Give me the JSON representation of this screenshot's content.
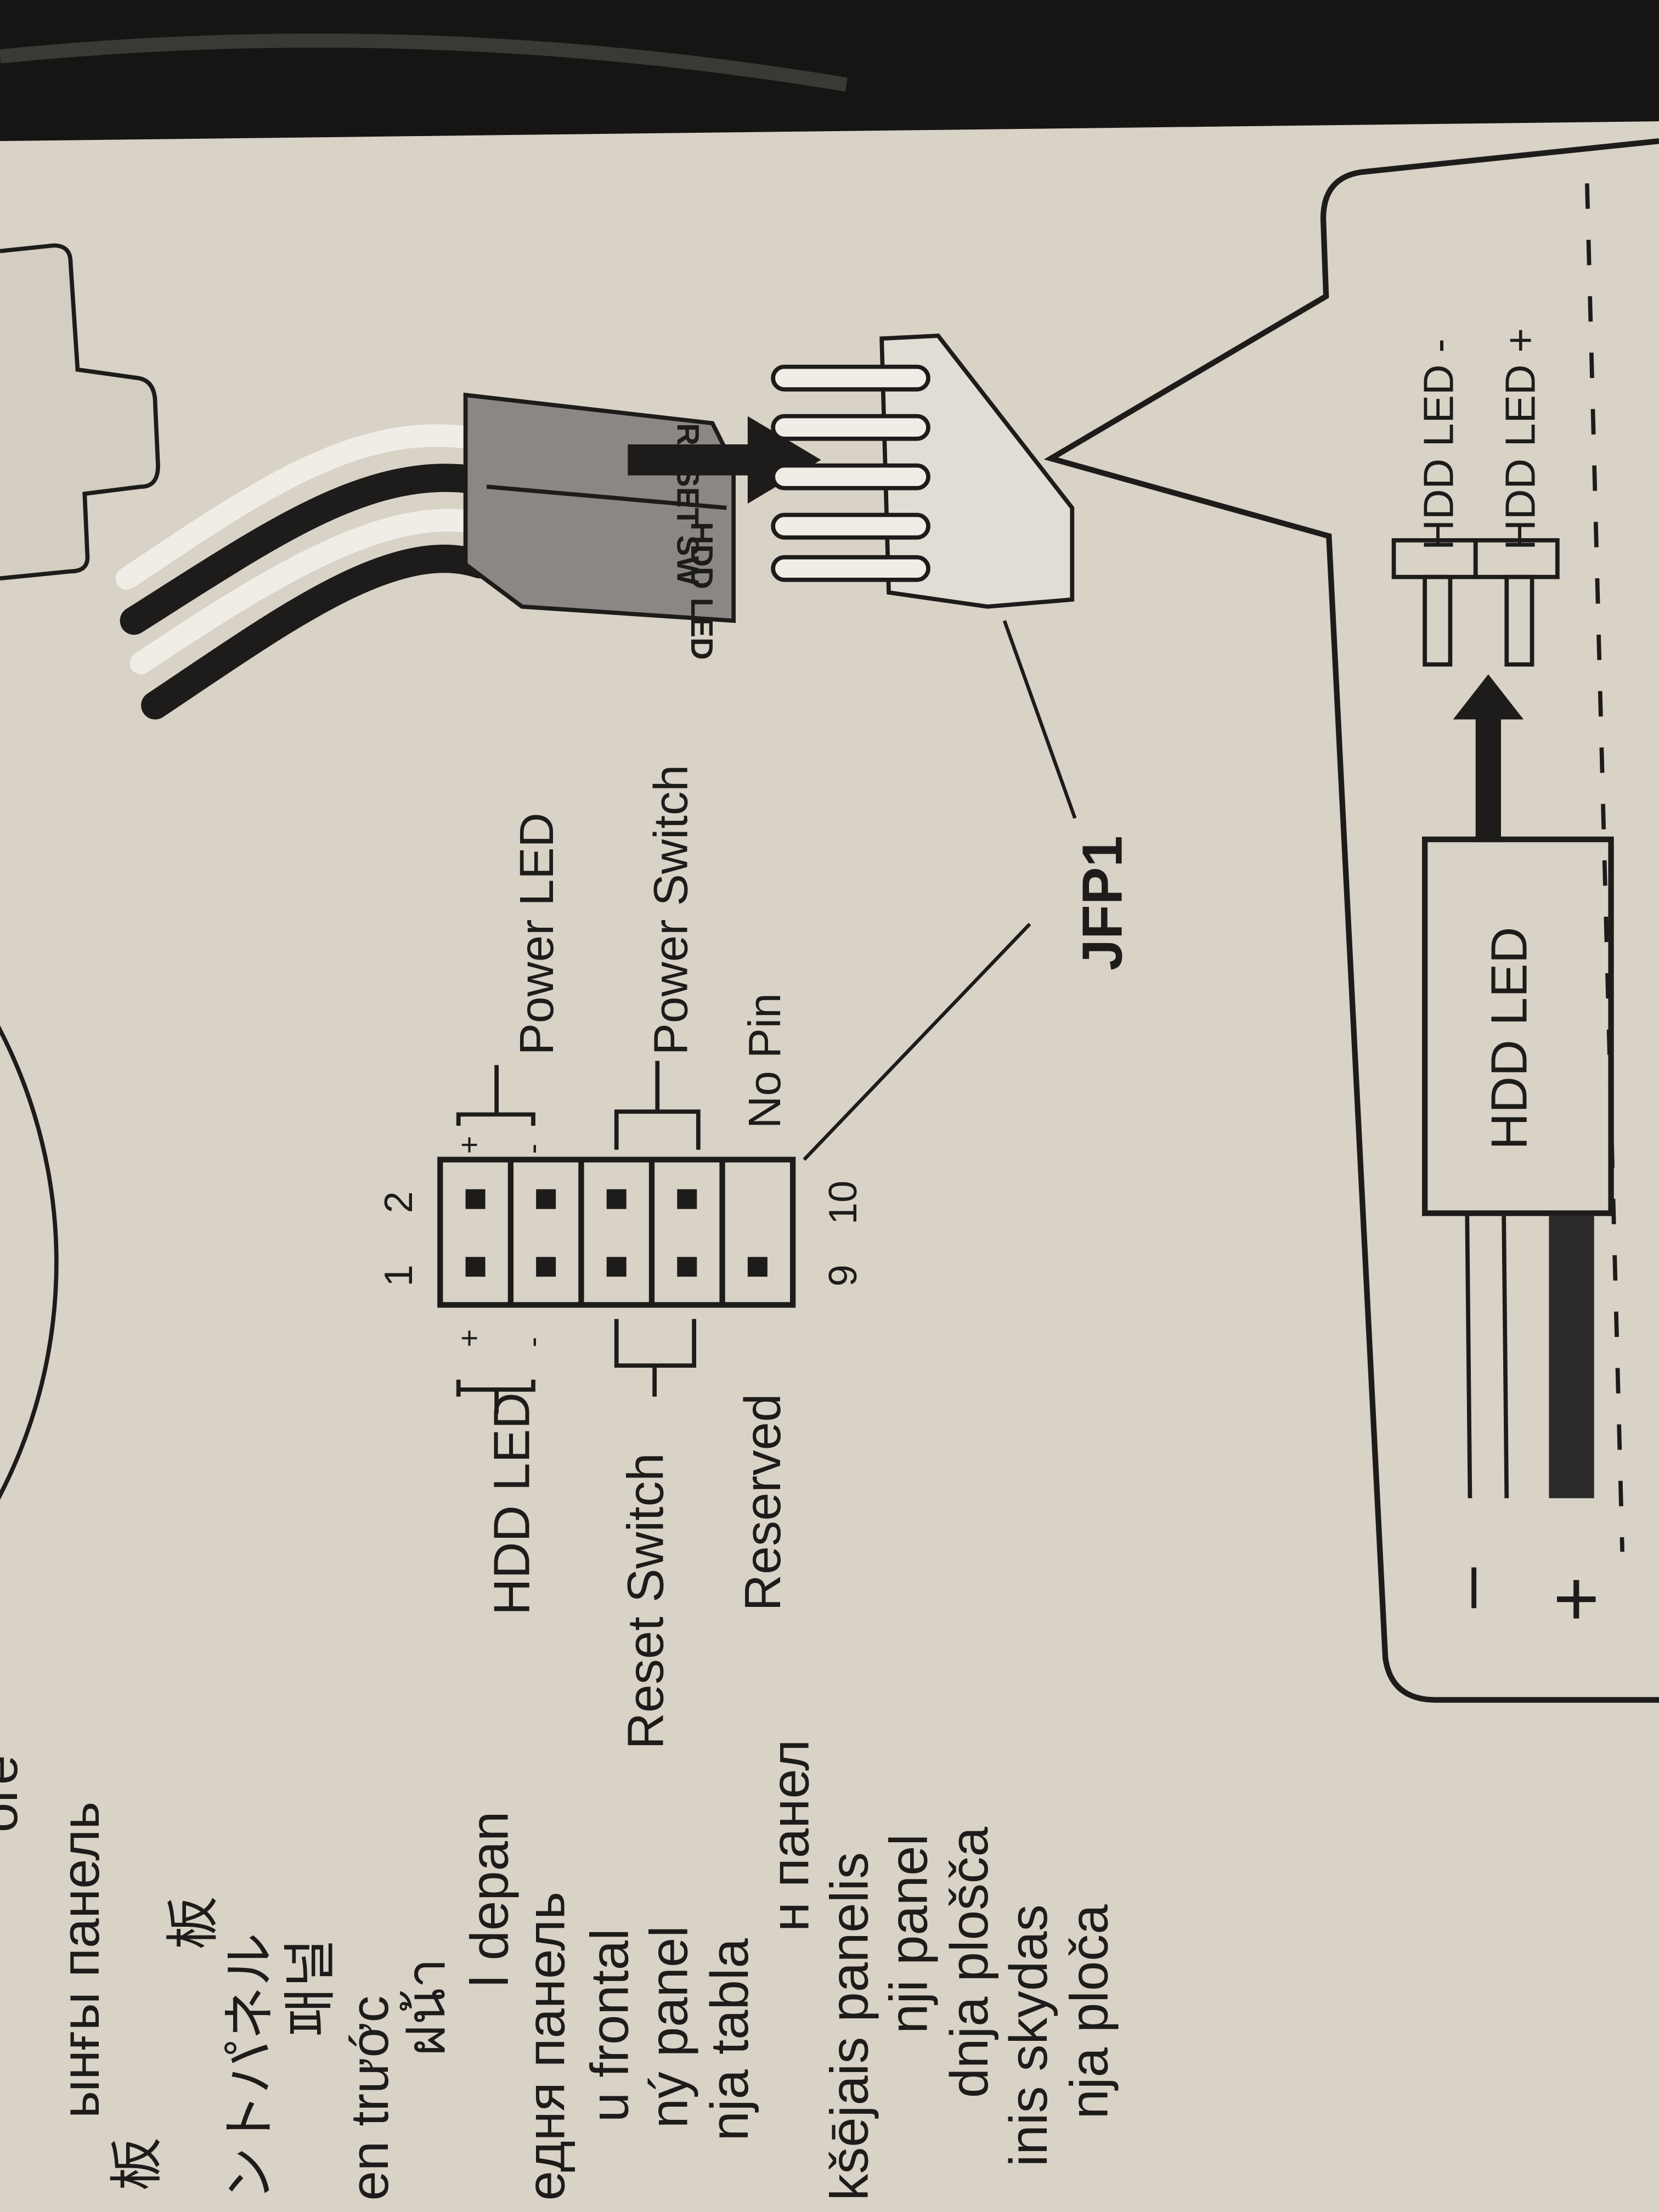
{
  "colors": {
    "paper": "#d8d2c7",
    "ink": "#1d1c1a",
    "background": "#161514",
    "connector": "#8a8784"
  },
  "side_column": {
    "lines": [
      "ore",
      "ынғы панель",
      "板",
      "板",
      "ントパネル",
      "패널",
      "en trước",
      "ฝน้า",
      "l depan",
      "едня панель",
      "u frontal",
      "ný panel",
      "nja tabla",
      "н панел",
      "kšējais panelis",
      "nji panel",
      "dnja plošča",
      "inis skydas",
      "nja ploča"
    ]
  },
  "pinout": {
    "hdd_led": "HDD LED",
    "reset_switch": "Reset Switch",
    "reserved": "Reserved",
    "power_led": "Power LED",
    "power_switch": "Power Switch",
    "no_pin": "No Pin",
    "pin_1": "1",
    "pin_2": "2",
    "pin_9": "9",
    "pin_10": "10",
    "plus": "+",
    "minus": "-"
  },
  "connector": {
    "name": "JFP1",
    "plug_reset": "RESET SW",
    "plug_hdd": "HDD LED"
  },
  "detail_box": {
    "hdd_led_minus": "HDD LED -",
    "hdd_led_plus": "HDD LED +",
    "hdd_led_block": "HDD LED",
    "wire_minus": "–",
    "wire_plus": "+"
  }
}
